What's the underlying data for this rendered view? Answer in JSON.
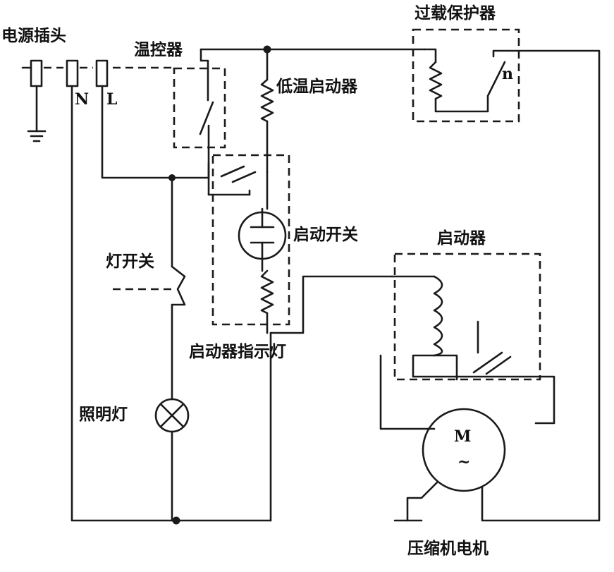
{
  "labels": {
    "power_plug": "电源插头",
    "neutral": "N",
    "live": "L",
    "thermostat": "温控器",
    "low_temp_starter": "低温启动器",
    "overload_protector": "过载保护器",
    "start_switch": "启动开关",
    "starter": "启动器",
    "light_switch": "灯开关",
    "starter_indicator": "启动器指示灯",
    "lighting_lamp": "照明灯",
    "motor_symbol": "M",
    "ac_symbol": "~",
    "compressor_motor": "压缩机电机"
  }
}
